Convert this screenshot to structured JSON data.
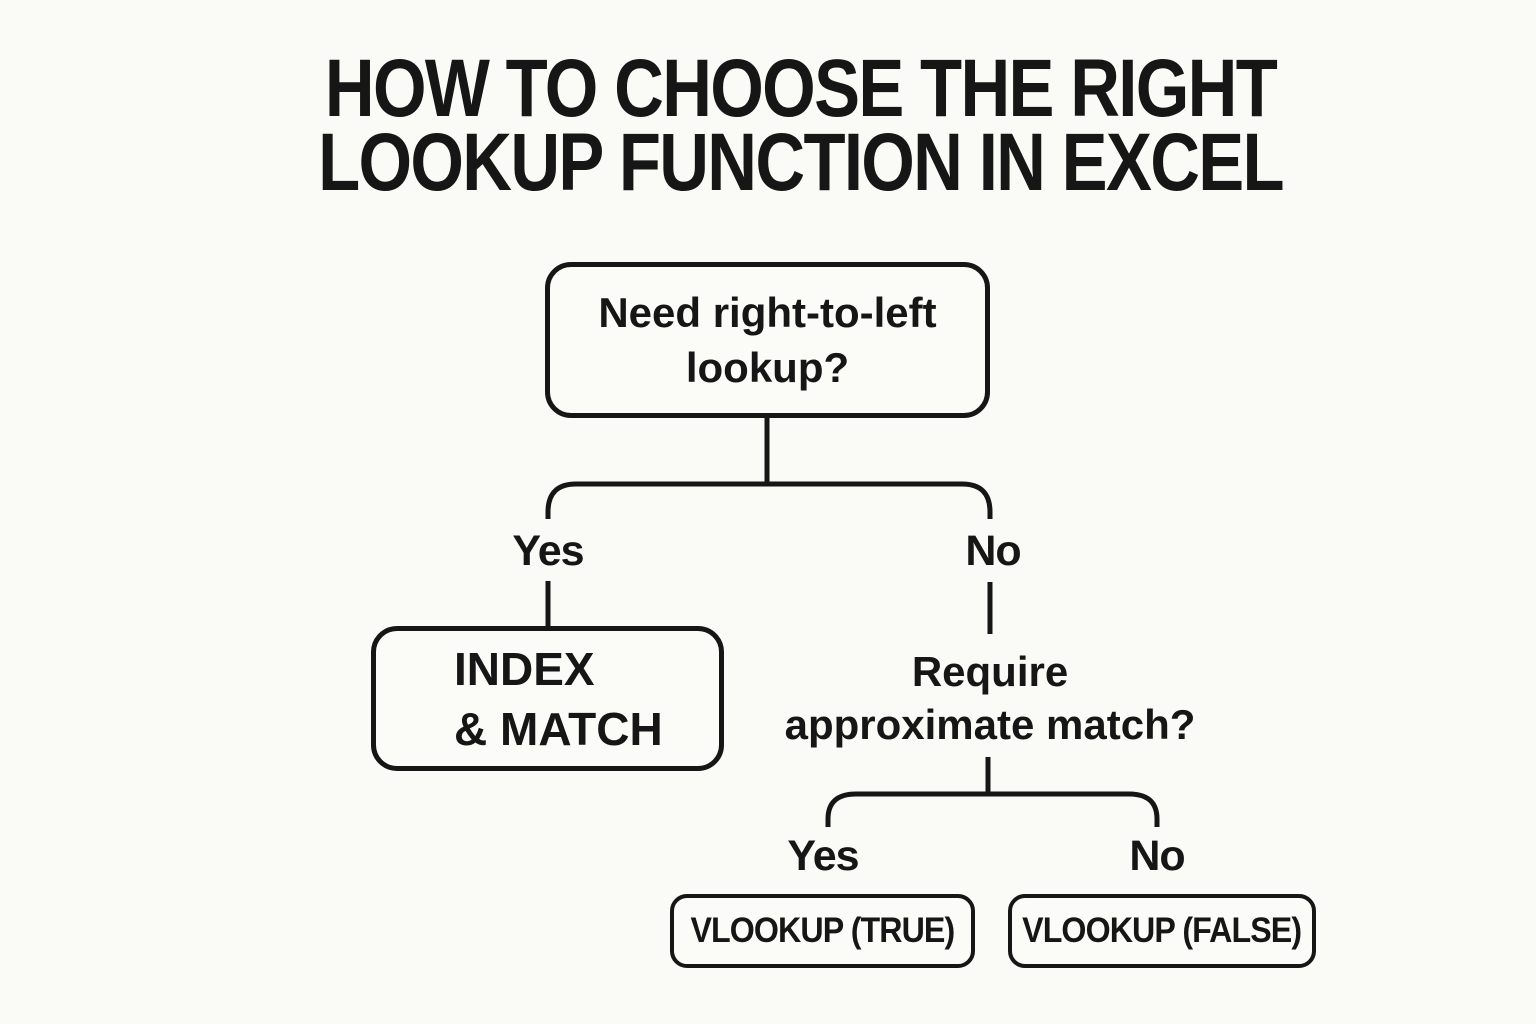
{
  "title": {
    "line1": "HOW TO CHOOSE THE RIGHT",
    "line2": "LOOKUP FUNCTION IN EXCEL"
  },
  "flowchart": {
    "root_question": {
      "line1": "Need right-to-left",
      "line2": "lookup?"
    },
    "branch1": {
      "yes_label": "Yes",
      "no_label": "No"
    },
    "index_match_node": {
      "line1": "INDEX",
      "line2": "& MATCH"
    },
    "approx_question": {
      "line1": "Require",
      "line2": "approximate match?"
    },
    "branch2": {
      "yes_label": "Yes",
      "no_label": "No"
    },
    "vlookup_true_node": {
      "label": "VLOOKUP (TRUE)"
    },
    "vlookup_false_node": {
      "label": "VLOOKUP (FALSE)"
    }
  },
  "colors": {
    "background": "#fafaf7",
    "ink": "#161616"
  }
}
